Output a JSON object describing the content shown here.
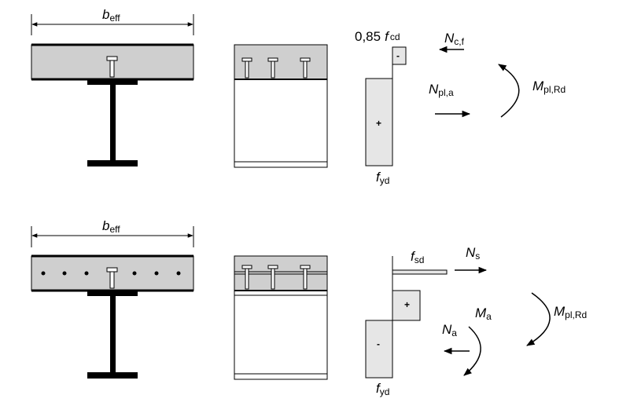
{
  "top": {
    "width_label": {
      "main": "b",
      "sub": "eff"
    },
    "concrete_stress": {
      "coef": "0,85",
      "main": "f",
      "sub": "cd"
    },
    "concrete_sign": "-",
    "steel_sign": "+",
    "steel_stress": {
      "main": "f",
      "sub": "yd"
    },
    "force_concrete": {
      "main": "N",
      "sub": "c,f"
    },
    "force_steel": {
      "main": "N",
      "sub": "pl,a"
    },
    "moment": {
      "main": "M",
      "sub": "pl,Rd"
    }
  },
  "bottom": {
    "width_label": {
      "main": "b",
      "sub": "eff"
    },
    "rebar_stress": {
      "main": "f",
      "sub": "sd"
    },
    "force_rebar": {
      "main": "N",
      "sub": "s"
    },
    "upper_sign": "+",
    "lower_sign": "-",
    "steel_stress": {
      "main": "f",
      "sub": "yd"
    },
    "moment_a": {
      "main": "M",
      "sub": "a"
    },
    "force_a": {
      "main": "N",
      "sub": "a"
    },
    "moment": {
      "main": "M",
      "sub": "pl,Rd"
    }
  },
  "colors": {
    "concrete": "#cfcfcf",
    "stress_block": "#e6e6e6",
    "steel": "#000000"
  }
}
